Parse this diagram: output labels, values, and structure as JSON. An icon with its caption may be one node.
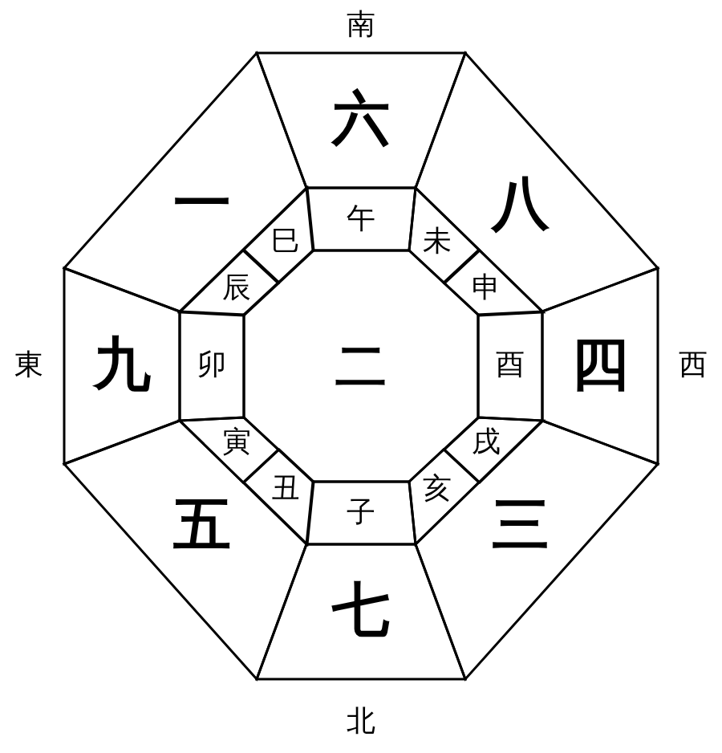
{
  "diagram": {
    "nodes": [
      {
        "text": [
          "六"
        ]
      },
      {
        "text": [
          "八"
        ]
      },
      {
        "text": [
          "四"
        ]
      },
      {
        "text": [
          "三"
        ]
      },
      {
        "text": [
          "七"
        ]
      },
      {
        "text": [
          "五"
        ]
      },
      {
        "text": [
          "九"
        ]
      },
      {
        "text": [
          "一"
        ]
      },
      {
        "text": [
          "二"
        ]
      },
      {
        "text": [
          "午"
        ]
      },
      {
        "text": [
          "未"
        ]
      },
      {
        "text": [
          "申"
        ]
      },
      {
        "text": [
          "酉"
        ]
      },
      {
        "text": [
          "戌"
        ]
      },
      {
        "text": [
          "亥"
        ]
      },
      {
        "text": [
          "子"
        ]
      },
      {
        "text": [
          "丑"
        ]
      },
      {
        "text": [
          "寅"
        ]
      },
      {
        "text": [
          "卯"
        ]
      },
      {
        "text": [
          "辰"
        ]
      },
      {
        "text": [
          "巳"
        ]
      }
    ],
    "labels": [
      "南",
      "東",
      "西",
      "北"
    ]
  }
}
